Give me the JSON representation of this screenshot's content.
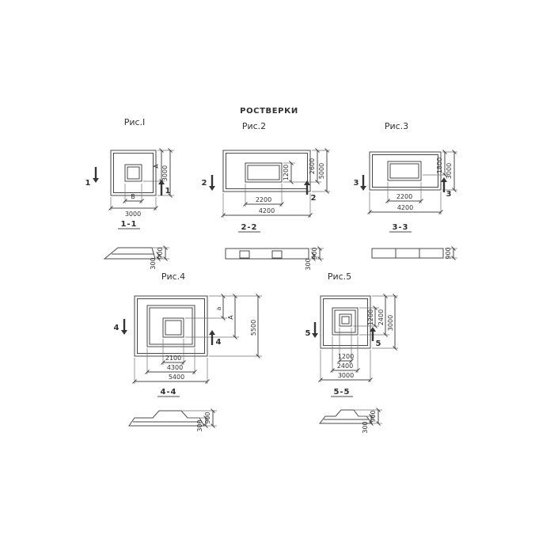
{
  "title": "РОСТВЕРКИ",
  "figures": {
    "fig1": {
      "label": "Рис.I",
      "cut_number": "1",
      "section_label": "1-1",
      "plan_dims": {
        "height_total": "3000",
        "height_inner": "A",
        "width_inner": "B",
        "width_total": "3000"
      },
      "section_dims": {
        "height_total": "900",
        "height_slab": "300"
      }
    },
    "fig2": {
      "label": "Рис.2",
      "cut_number": "2",
      "section_label": "2-2",
      "plan_dims": {
        "height_total": "5000",
        "height_mid": "2600",
        "height_inner": "1200",
        "width_inner": "2200",
        "width_total": "4200"
      },
      "section_dims": {
        "height_total": "900",
        "height_slab": "300"
      }
    },
    "fig3": {
      "label": "Рис.3",
      "cut_number": "3",
      "section_label": "3-3",
      "plan_dims": {
        "height_total": "3000",
        "height_inner": "1800",
        "width_inner": "2200",
        "width_total": "4200"
      },
      "section_dims": {
        "height_total": "900"
      }
    },
    "fig4": {
      "label": "Рис.4",
      "cut_number": "4",
      "section_label": "4-4",
      "plan_dims": {
        "height_total": "5500",
        "height_mid": "A",
        "height_inner": "a",
        "width_inner": "2100",
        "width_mid": "4300",
        "width_total": "5400"
      },
      "section_dims": {
        "height_total": "900",
        "height_slab": "300"
      }
    },
    "fig5": {
      "label": "Рис.5",
      "cut_number": "5",
      "section_label": "5-5",
      "plan_dims": {
        "height_total": "3000",
        "height_mid": "2400",
        "height_inner": "1200",
        "width_inner": "1200",
        "width_mid": "2400",
        "width_total": "3000"
      },
      "section_dims": {
        "height_total": "900",
        "height_slab": "300"
      }
    }
  }
}
